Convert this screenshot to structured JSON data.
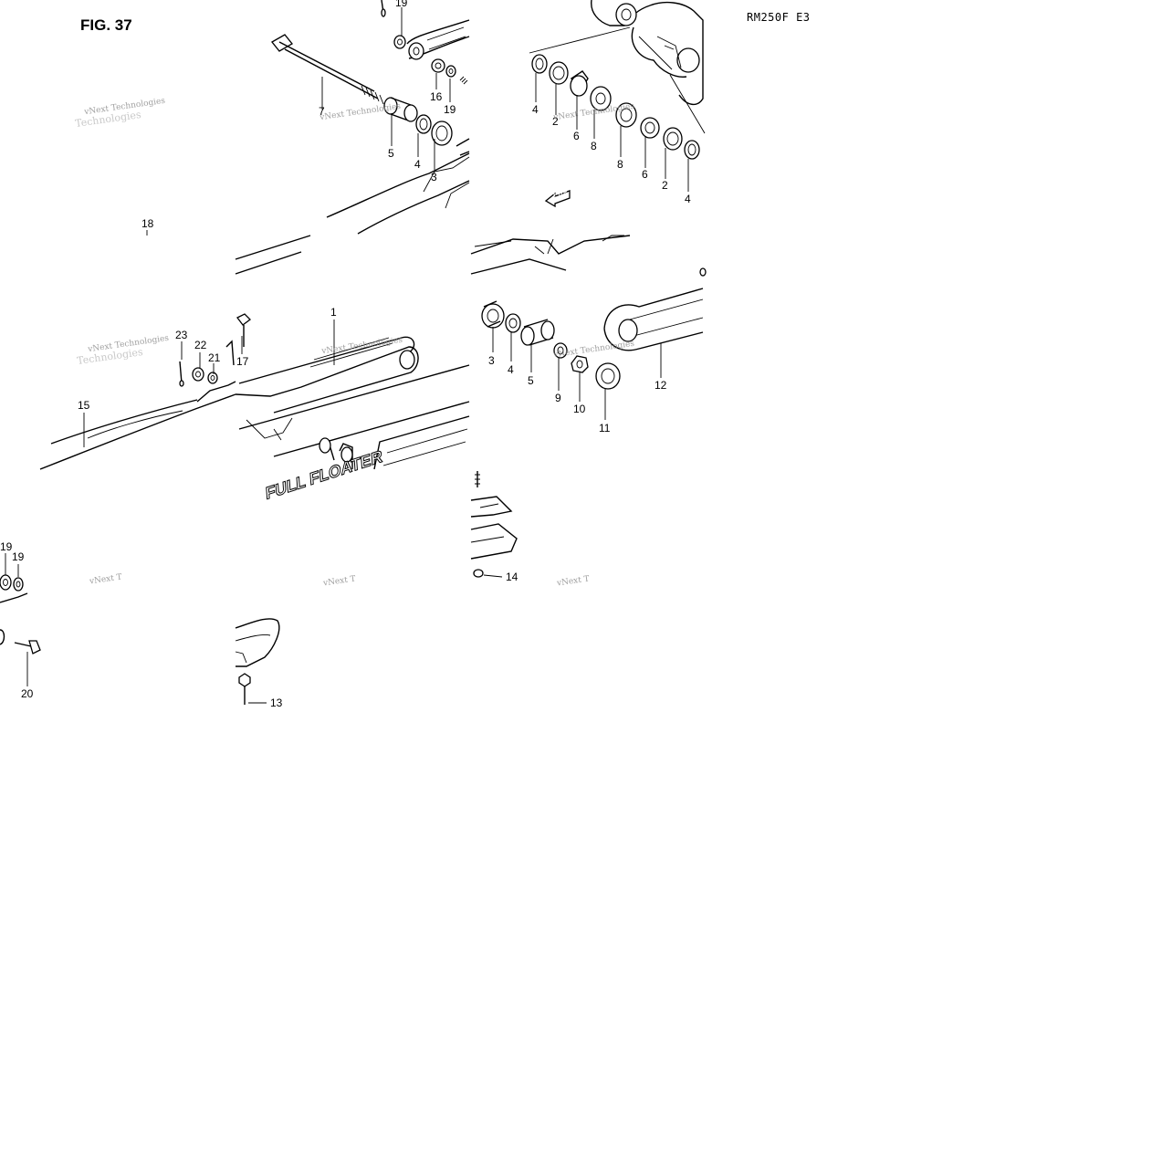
{
  "figure": {
    "title": "FIG. 37",
    "model": "RM250F E3",
    "fwd_label": "FWD",
    "brand_decal": "FULL FLOATER"
  },
  "watermark": {
    "line1": "vNext Technologies",
    "line1_short": "vNext T",
    "line2": "Technologies"
  },
  "callouts": [
    {
      "id": "c19a",
      "label": "19"
    },
    {
      "id": "c7",
      "label": "7"
    },
    {
      "id": "c16",
      "label": "16"
    },
    {
      "id": "c19b",
      "label": "19"
    },
    {
      "id": "c5a",
      "label": "5"
    },
    {
      "id": "c4a",
      "label": "4"
    },
    {
      "id": "c3a",
      "label": "3"
    },
    {
      "id": "c4b",
      "label": "4"
    },
    {
      "id": "c2a",
      "label": "2"
    },
    {
      "id": "c6a",
      "label": "6"
    },
    {
      "id": "c8a",
      "label": "8"
    },
    {
      "id": "c8b",
      "label": "8"
    },
    {
      "id": "c6b",
      "label": "6"
    },
    {
      "id": "c2b",
      "label": "2"
    },
    {
      "id": "c4c",
      "label": "4"
    },
    {
      "id": "c18",
      "label": "18"
    },
    {
      "id": "c1",
      "label": "1"
    },
    {
      "id": "c23",
      "label": "23"
    },
    {
      "id": "c22",
      "label": "22"
    },
    {
      "id": "c21",
      "label": "21"
    },
    {
      "id": "c17",
      "label": "17"
    },
    {
      "id": "c15",
      "label": "15"
    },
    {
      "id": "c3b",
      "label": "3"
    },
    {
      "id": "c4d",
      "label": "4"
    },
    {
      "id": "c5b",
      "label": "5"
    },
    {
      "id": "c9",
      "label": "9"
    },
    {
      "id": "c10",
      "label": "10"
    },
    {
      "id": "c11",
      "label": "11"
    },
    {
      "id": "c12",
      "label": "12"
    },
    {
      "id": "c14",
      "label": "14"
    },
    {
      "id": "c19c",
      "label": "19"
    },
    {
      "id": "c19d",
      "label": "19"
    },
    {
      "id": "c20",
      "label": "20"
    },
    {
      "id": "c13",
      "label": "13"
    }
  ]
}
